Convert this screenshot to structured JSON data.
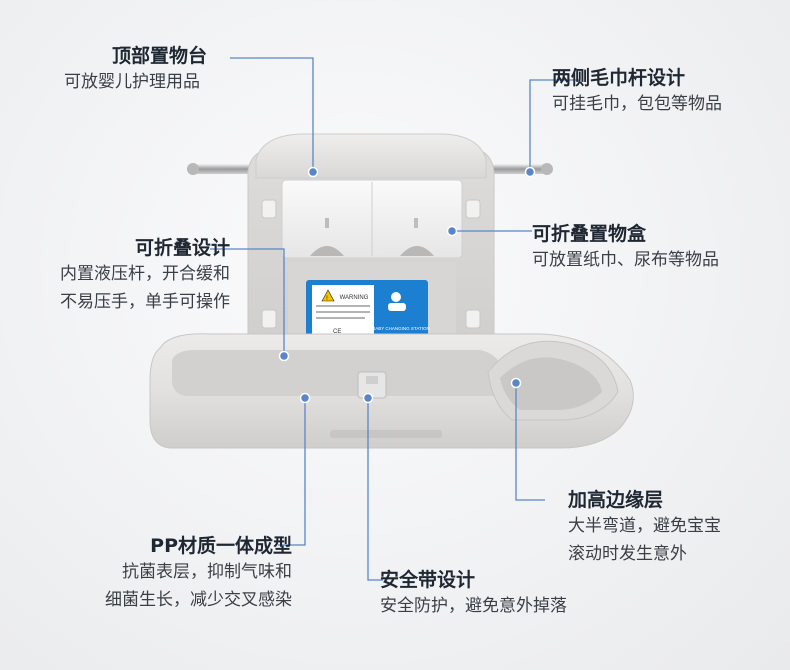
{
  "callouts": {
    "top_shelf": {
      "title": "顶部置物台",
      "lines": [
        "可放婴儿护理用品"
      ]
    },
    "towel_bars": {
      "title": "两侧毛巾杆设计",
      "lines": [
        "可挂毛巾，包包等物品"
      ]
    },
    "foldable": {
      "title": "可折叠设计",
      "lines": [
        "内置液压杆，开合缓和",
        "不易压手，单手可操作"
      ]
    },
    "storage_box": {
      "title": "可折叠置物盒",
      "lines": [
        "可放置纸巾、尿布等物品"
      ]
    },
    "raised_edge": {
      "title": "加高边缘层",
      "lines": [
        "大半弯道，避免宝宝",
        "滚动时发生意外"
      ]
    },
    "pp_material": {
      "title": "PP材质一体成型",
      "lines": [
        "抗菌表层，抑制气味和",
        "细菌生长，减少交叉感染"
      ]
    },
    "safety_belt": {
      "title": "安全带设计",
      "lines": [
        "安全防护，避免意外掉落"
      ]
    }
  },
  "product_label": {
    "warning": "WARNING",
    "station": "BABY CHANGING STATION",
    "badge": "CE"
  },
  "colors": {
    "accent": "#5a86c8",
    "panel_blue": "#1d7fd0",
    "plastic": "#e4e3e1"
  }
}
